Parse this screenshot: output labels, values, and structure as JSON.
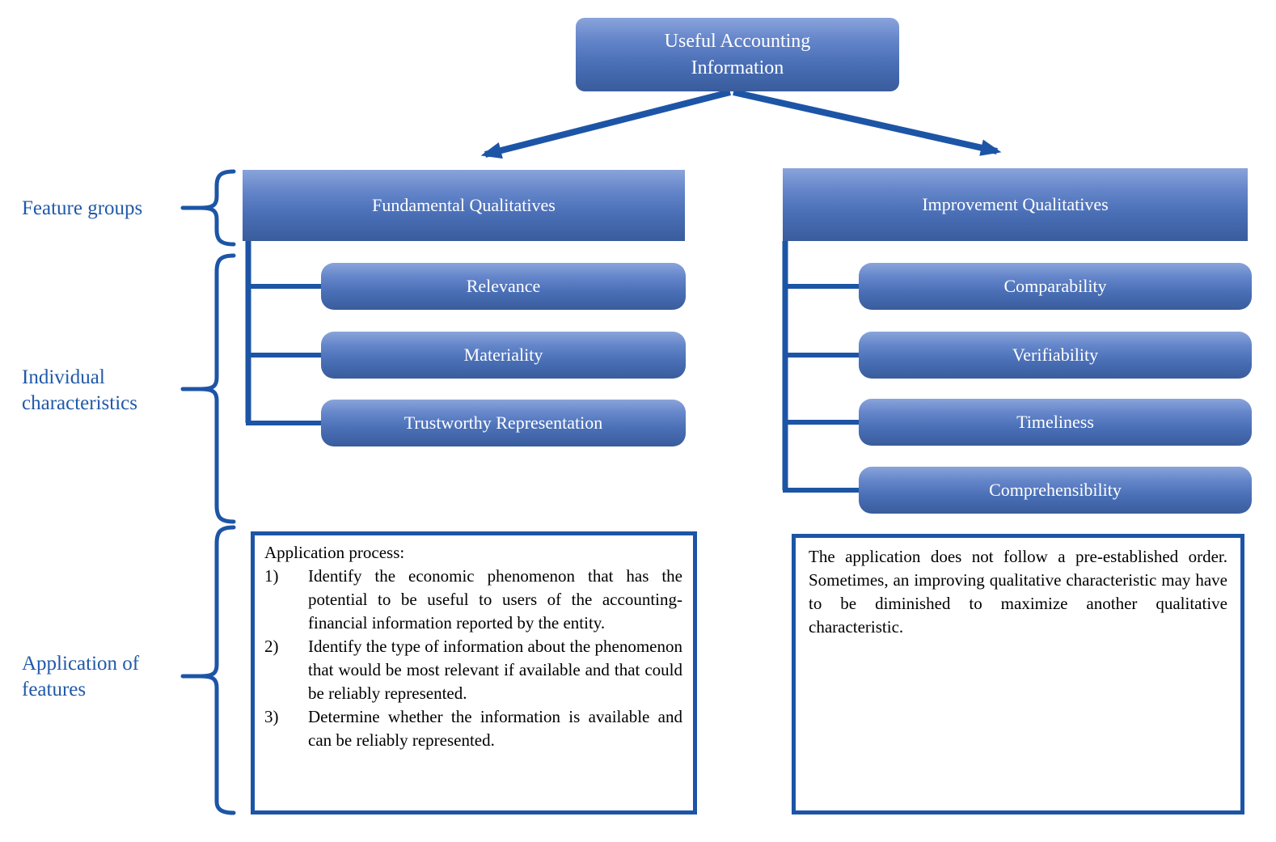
{
  "root": {
    "title": "Useful Accounting Information"
  },
  "side_labels": {
    "feature_groups": "Feature groups",
    "individual_characteristics": "Individual characteristics",
    "application_of_features": "Application of features"
  },
  "left_branch": {
    "header": "Fundamental Qualitatives",
    "items": [
      "Relevance",
      "Materiality",
      "Trustworthy Representation"
    ],
    "application": {
      "intro": "Application process:",
      "steps": [
        {
          "num": "1)",
          "text": "Identify the economic phenomenon that has the potential to be useful to users of the accounting-financial information reported by the entity."
        },
        {
          "num": "2)",
          "text": "Identify the type of information about the phenomenon that would be most relevant if available and that could be reliably represented."
        },
        {
          "num": "3)",
          "text": "Determine whether the information is available and can be reliably represented."
        }
      ]
    }
  },
  "right_branch": {
    "header": "Improvement Qualitatives",
    "items": [
      "Comparability",
      "Verifiability",
      "Timeliness",
      "Comprehensibility"
    ],
    "application": {
      "text": "The application does not follow a pre-established order. Sometimes, an improving qualitative characteristic may have to be diminished to maximize another qualitative characteristic."
    }
  },
  "colors": {
    "accent_line": "#1D55A6",
    "label_text": "#2059A9",
    "node_gradient_top": "#8AA4DB",
    "node_gradient_bottom": "#395C9C",
    "node_text": "#FFFFFF",
    "body_text": "#000000",
    "background": "#FFFFFF"
  }
}
